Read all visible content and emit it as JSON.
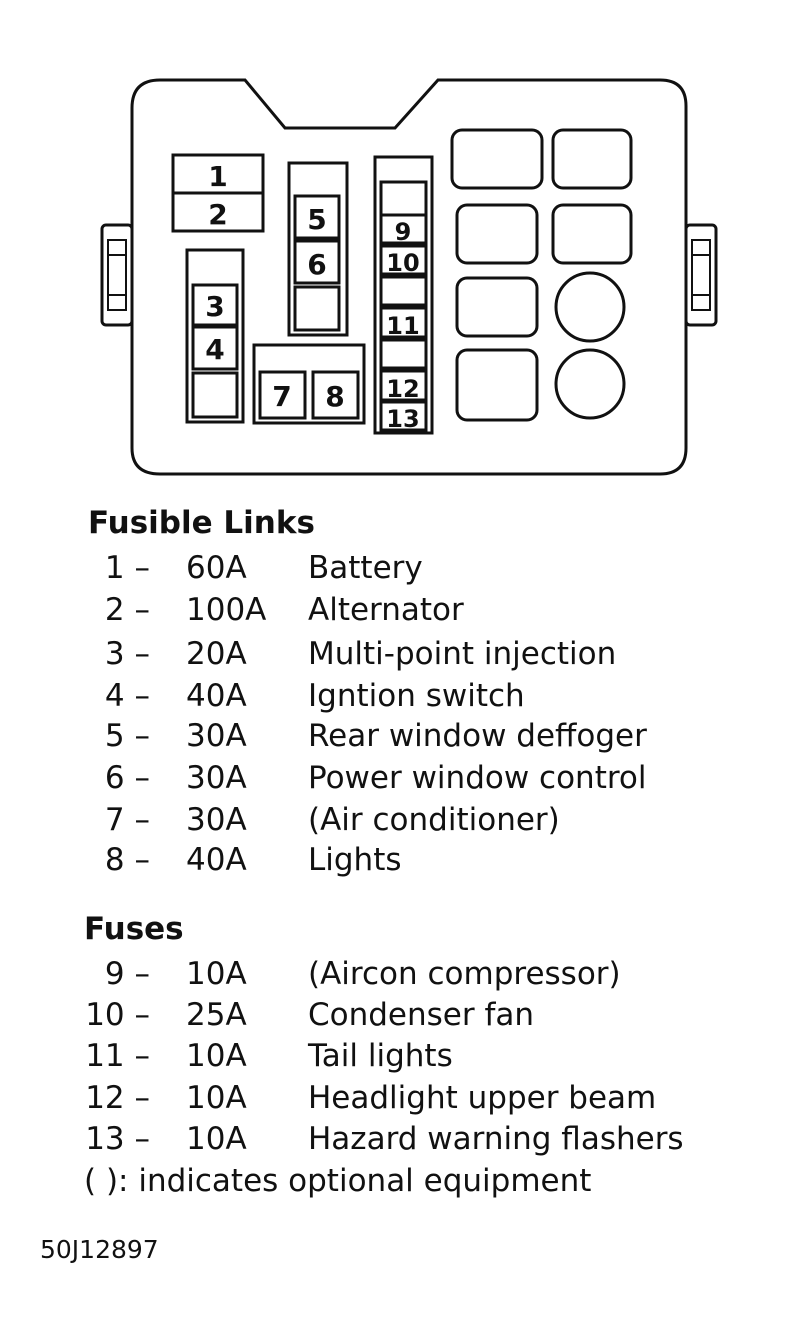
{
  "diagram": {
    "box_labels": [
      "1",
      "2",
      "3",
      "4",
      "5",
      "6",
      "7",
      "8",
      "9",
      "10",
      "11",
      "12",
      "13"
    ]
  },
  "fusible_links": {
    "title": "Fusible Links",
    "items": [
      {
        "num": "1 –",
        "amp": "60A",
        "desc": "Battery"
      },
      {
        "num": "2 –",
        "amp": "100A",
        "desc": "Alternator"
      },
      {
        "num": "3 –",
        "amp": "20A",
        "desc": "Multi-point injection"
      },
      {
        "num": "4 –",
        "amp": "40A",
        "desc": "Igntion switch"
      },
      {
        "num": "5 –",
        "amp": "30A",
        "desc": "Rear window deffoger"
      },
      {
        "num": "6 –",
        "amp": "30A",
        "desc": "Power window control"
      },
      {
        "num": "7 –",
        "amp": "30A",
        "desc": "(Air conditioner)"
      },
      {
        "num": "8 –",
        "amp": "40A",
        "desc": "Lights"
      }
    ]
  },
  "fuses": {
    "title": "Fuses",
    "items": [
      {
        "num": "9 –",
        "amp": "10A",
        "desc": "(Aircon compressor)"
      },
      {
        "num": "10 –",
        "amp": "25A",
        "desc": "Condenser fan"
      },
      {
        "num": "11 –",
        "amp": "10A",
        "desc": "Tail lights"
      },
      {
        "num": "12 –",
        "amp": "10A",
        "desc": "Headlight upper beam"
      },
      {
        "num": "13 –",
        "amp": "10A",
        "desc": "Hazard warning flashers"
      }
    ]
  },
  "note": "( ): indicates optional equipment",
  "figure_id": "50J12897"
}
